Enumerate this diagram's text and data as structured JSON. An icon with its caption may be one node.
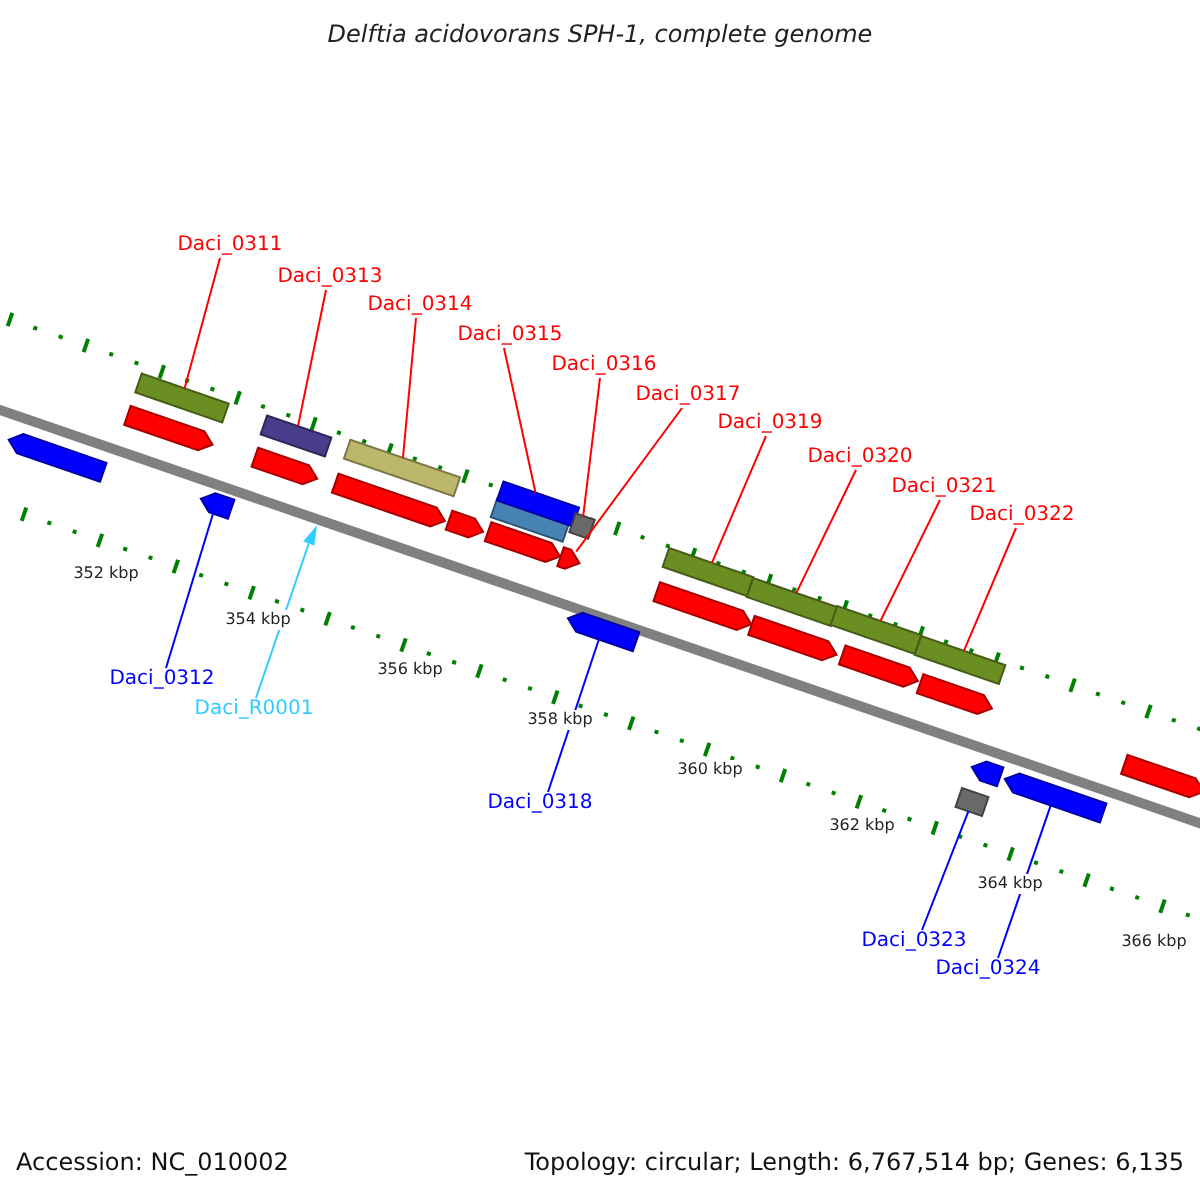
{
  "diagram": {
    "title": "Delftia acidovorans SPH-1, complete genome",
    "nodes": [
      {
        "text": [
          "Daci_0311"
        ]
      },
      {
        "text": [
          "Daci_0313"
        ]
      },
      {
        "text": [
          "Daci_0314"
        ]
      },
      {
        "text": [
          "Daci_0315"
        ]
      },
      {
        "text": [
          "Daci_0316"
        ]
      },
      {
        "text": [
          "Daci_0317"
        ]
      },
      {
        "text": [
          "Daci_0319"
        ]
      },
      {
        "text": [
          "Daci_0320"
        ]
      },
      {
        "text": [
          "Daci_0321"
        ]
      },
      {
        "text": [
          "Daci_0322"
        ]
      },
      {
        "text": [
          "Daci_0312"
        ]
      },
      {
        "text": [
          "Daci_R0001"
        ]
      },
      {
        "text": [
          "Daci_0318"
        ]
      },
      {
        "text": [
          "Daci_0323"
        ]
      },
      {
        "text": [
          "Daci_0324"
        ]
      },
      {
        "text": [],
        "shape": "arrow"
      },
      {
        "text": [],
        "shape": "arrow"
      },
      {
        "text": [],
        "shape": "box"
      },
      {
        "text": [],
        "shape": "arrow"
      },
      {
        "text": [],
        "shape": "arrow"
      },
      {
        "text": [],
        "shape": "box"
      },
      {
        "text": [],
        "shape": "triangle"
      },
      {
        "text": [],
        "shape": "arrow"
      },
      {
        "text": [],
        "shape": "box"
      },
      {
        "text": [],
        "shape": "arrow"
      },
      {
        "text": [],
        "shape": "arrow"
      },
      {
        "text": [],
        "shape": "box"
      },
      {
        "text": [],
        "shape": "box"
      },
      {
        "text": [],
        "shape": "arrow"
      },
      {
        "text": [],
        "shape": "box"
      },
      {
        "text": [],
        "shape": "arrow"
      },
      {
        "text": [],
        "shape": "arrow"
      },
      {
        "text": [],
        "shape": "box"
      },
      {
        "text": [],
        "shape": "box"
      },
      {
        "text": [],
        "shape": "arrow"
      },
      {
        "text": [],
        "shape": "box"
      },
      {
        "text": [],
        "shape": "arrow"
      },
      {
        "text": [],
        "shape": "arrow"
      },
      {
        "text": [],
        "shape": "box"
      },
      {
        "text": [],
        "shape": "box"
      },
      {
        "text": [],
        "shape": "arrow"
      },
      {
        "text": [],
        "shape": "arrow"
      },
      {
        "text": [],
        "shape": "arrow"
      }
    ],
    "edges": [
      {
        "from": 0,
        "to": 17,
        "arrow": "none"
      },
      {
        "from": 1,
        "to": 20,
        "arrow": "none"
      },
      {
        "from": 2,
        "to": 23,
        "arrow": "none"
      },
      {
        "from": 3,
        "to": 27,
        "arrow": "none"
      },
      {
        "from": 4,
        "to": 29,
        "arrow": "none"
      },
      {
        "from": 5,
        "to": 28,
        "arrow": "none"
      },
      {
        "from": 6,
        "to": 32,
        "arrow": "none"
      },
      {
        "from": 7,
        "to": 33,
        "arrow": "none"
      },
      {
        "from": 8,
        "to": 35,
        "arrow": "none"
      },
      {
        "from": 9,
        "to": 38,
        "arrow": "none"
      },
      {
        "from": 10,
        "to": 18,
        "arrow": "none",
        "color": "#0000ff"
      },
      {
        "from": 11,
        "to": 21,
        "arrow": "none",
        "color": "#33ccff"
      },
      {
        "from": 12,
        "to": 30,
        "arrow": "none",
        "color": "#0000ff"
      },
      {
        "from": 13,
        "to": 39,
        "arrow": "none",
        "color": "#0000ff"
      },
      {
        "from": 14,
        "to": 41,
        "arrow": "none",
        "color": "#0000ff"
      }
    ],
    "labels": [
      "352 kbp",
      "354 kbp",
      "356 kbp",
      "358 kbp",
      "360 kbp",
      "362 kbp",
      "364 kbp",
      "366 kbp",
      "Accession: NC_010002",
      "Topology: circular; Length: 6,767,514 bp; Genes: 6,135"
    ]
  }
}
